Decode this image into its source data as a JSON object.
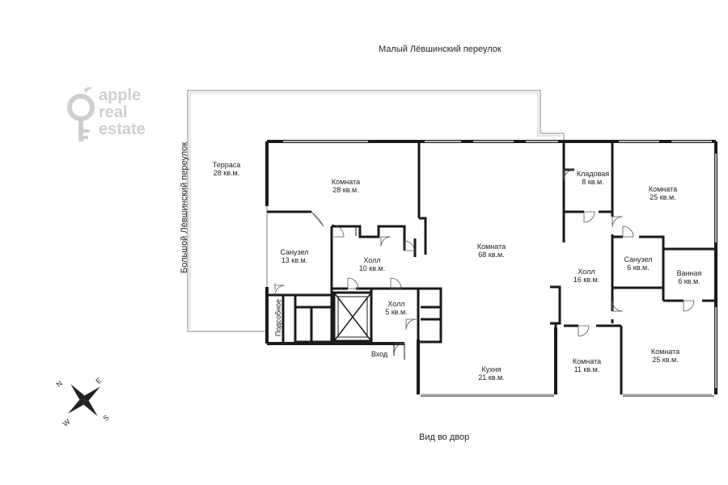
{
  "logo": {
    "lines": [
      "apple",
      "real",
      "estate"
    ]
  },
  "streets": {
    "top": "Малый Лёвшинский переулок",
    "left": "Большой Лёвшинский переулок",
    "bottom": "Вид во двор"
  },
  "entrance": "Вход",
  "rooms": {
    "terrace": {
      "name": "Терраса",
      "area": "28 кв.м."
    },
    "room_nw": {
      "name": "Комната",
      "area": "28 кв.м."
    },
    "room_main": {
      "name": "Комната",
      "area": "68 кв.м."
    },
    "pantry": {
      "name": "Кладовая",
      "area": "8 кв.м."
    },
    "room_ne": {
      "name": "Комната",
      "area": "25 кв.м."
    },
    "bath_w": {
      "name": "Санузел",
      "area": "13 кв.м."
    },
    "hall_w": {
      "name": "Холл",
      "area": "10 кв.м."
    },
    "hall_small": {
      "name": "Холл",
      "area": "5 кв.м."
    },
    "utility": {
      "name": "Подсобное"
    },
    "hall_e": {
      "name": "Холл",
      "area": "16 кв.м."
    },
    "bath_e": {
      "name": "Санузел",
      "area": "6 кв.м."
    },
    "bathroom": {
      "name": "Ванная",
      "area": "6 кв.м."
    },
    "kitchen": {
      "name": "Кухня",
      "area": "21 кв.м."
    },
    "room_s11": {
      "name": "Комната",
      "area": "11 кв.м."
    },
    "room_se": {
      "name": "Комната",
      "area": "25 кв.м."
    }
  },
  "compass": {
    "n": "N",
    "e": "E",
    "s": "S",
    "w": "W"
  }
}
